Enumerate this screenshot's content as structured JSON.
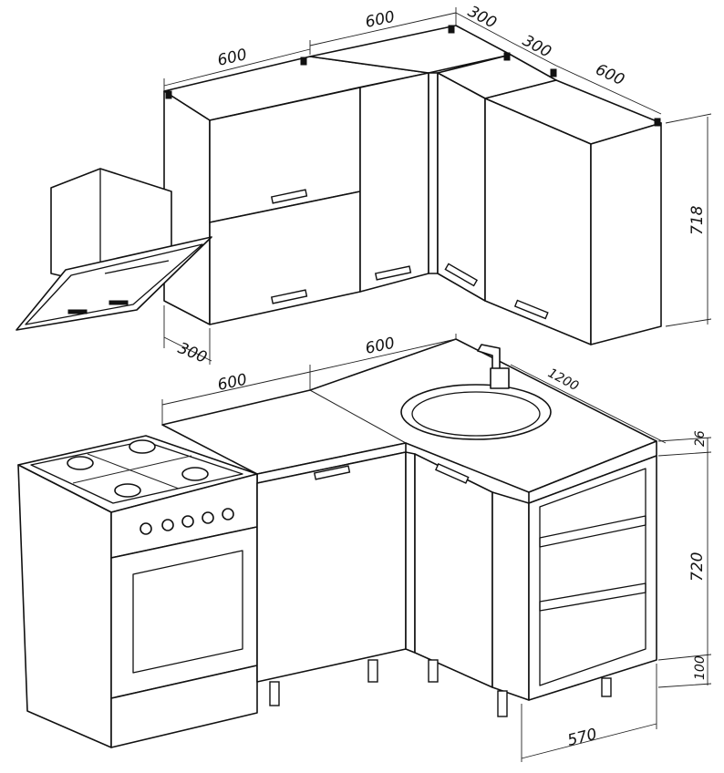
{
  "dimensions": {
    "upper_width_left": "600",
    "upper_width_mid": "600",
    "upper_corner_depth_a": "300",
    "upper_corner_depth_b": "300",
    "upper_width_right": "600",
    "upper_height": "718",
    "upper_depth": "300",
    "lower_width_left": "600",
    "lower_width_mid": "600",
    "lower_corner_length": "1200",
    "worktop_thickness": "26",
    "lower_height": "720",
    "leg_height": "100",
    "lower_depth": "570"
  }
}
